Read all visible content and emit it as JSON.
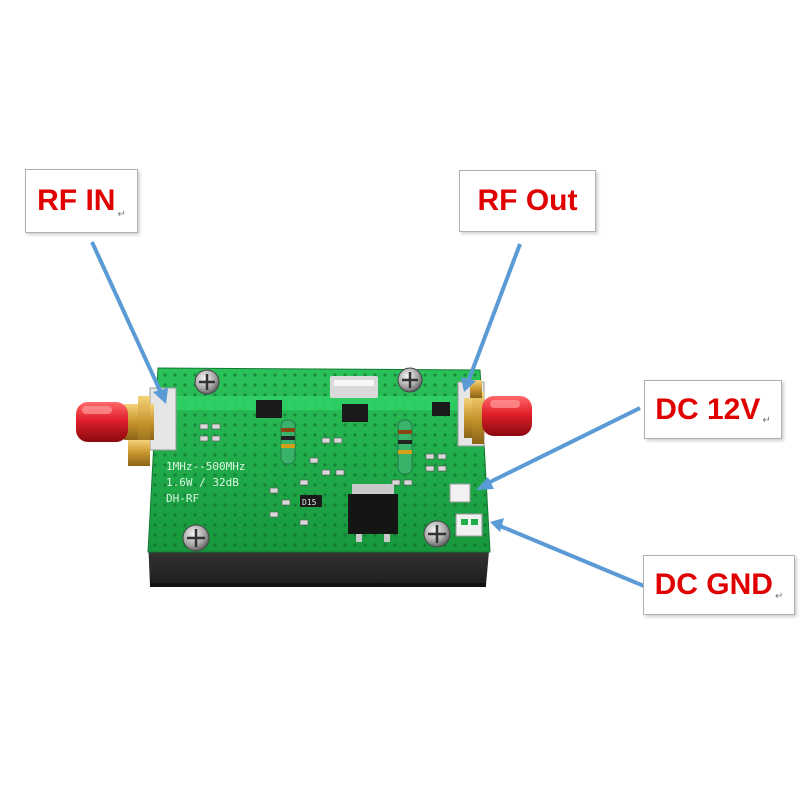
{
  "labels": {
    "rf_in": "RF IN",
    "rf_out": "RF Out",
    "dc_12v": "DC 12V",
    "dc_gnd": "DC GND",
    "return_mark": "↵"
  },
  "board_silkscreen": {
    "line1": "1MHz--500MHz",
    "line2": "1.6W / 32dB",
    "line3": "DH-RF",
    "chip_mark": "D15"
  },
  "colors": {
    "label_text": "#e00000",
    "arrow": "#5b9bd5",
    "pcb": "#1fae4a",
    "connector_cap": "#e01f2a",
    "housing": "#2a2a2a"
  }
}
